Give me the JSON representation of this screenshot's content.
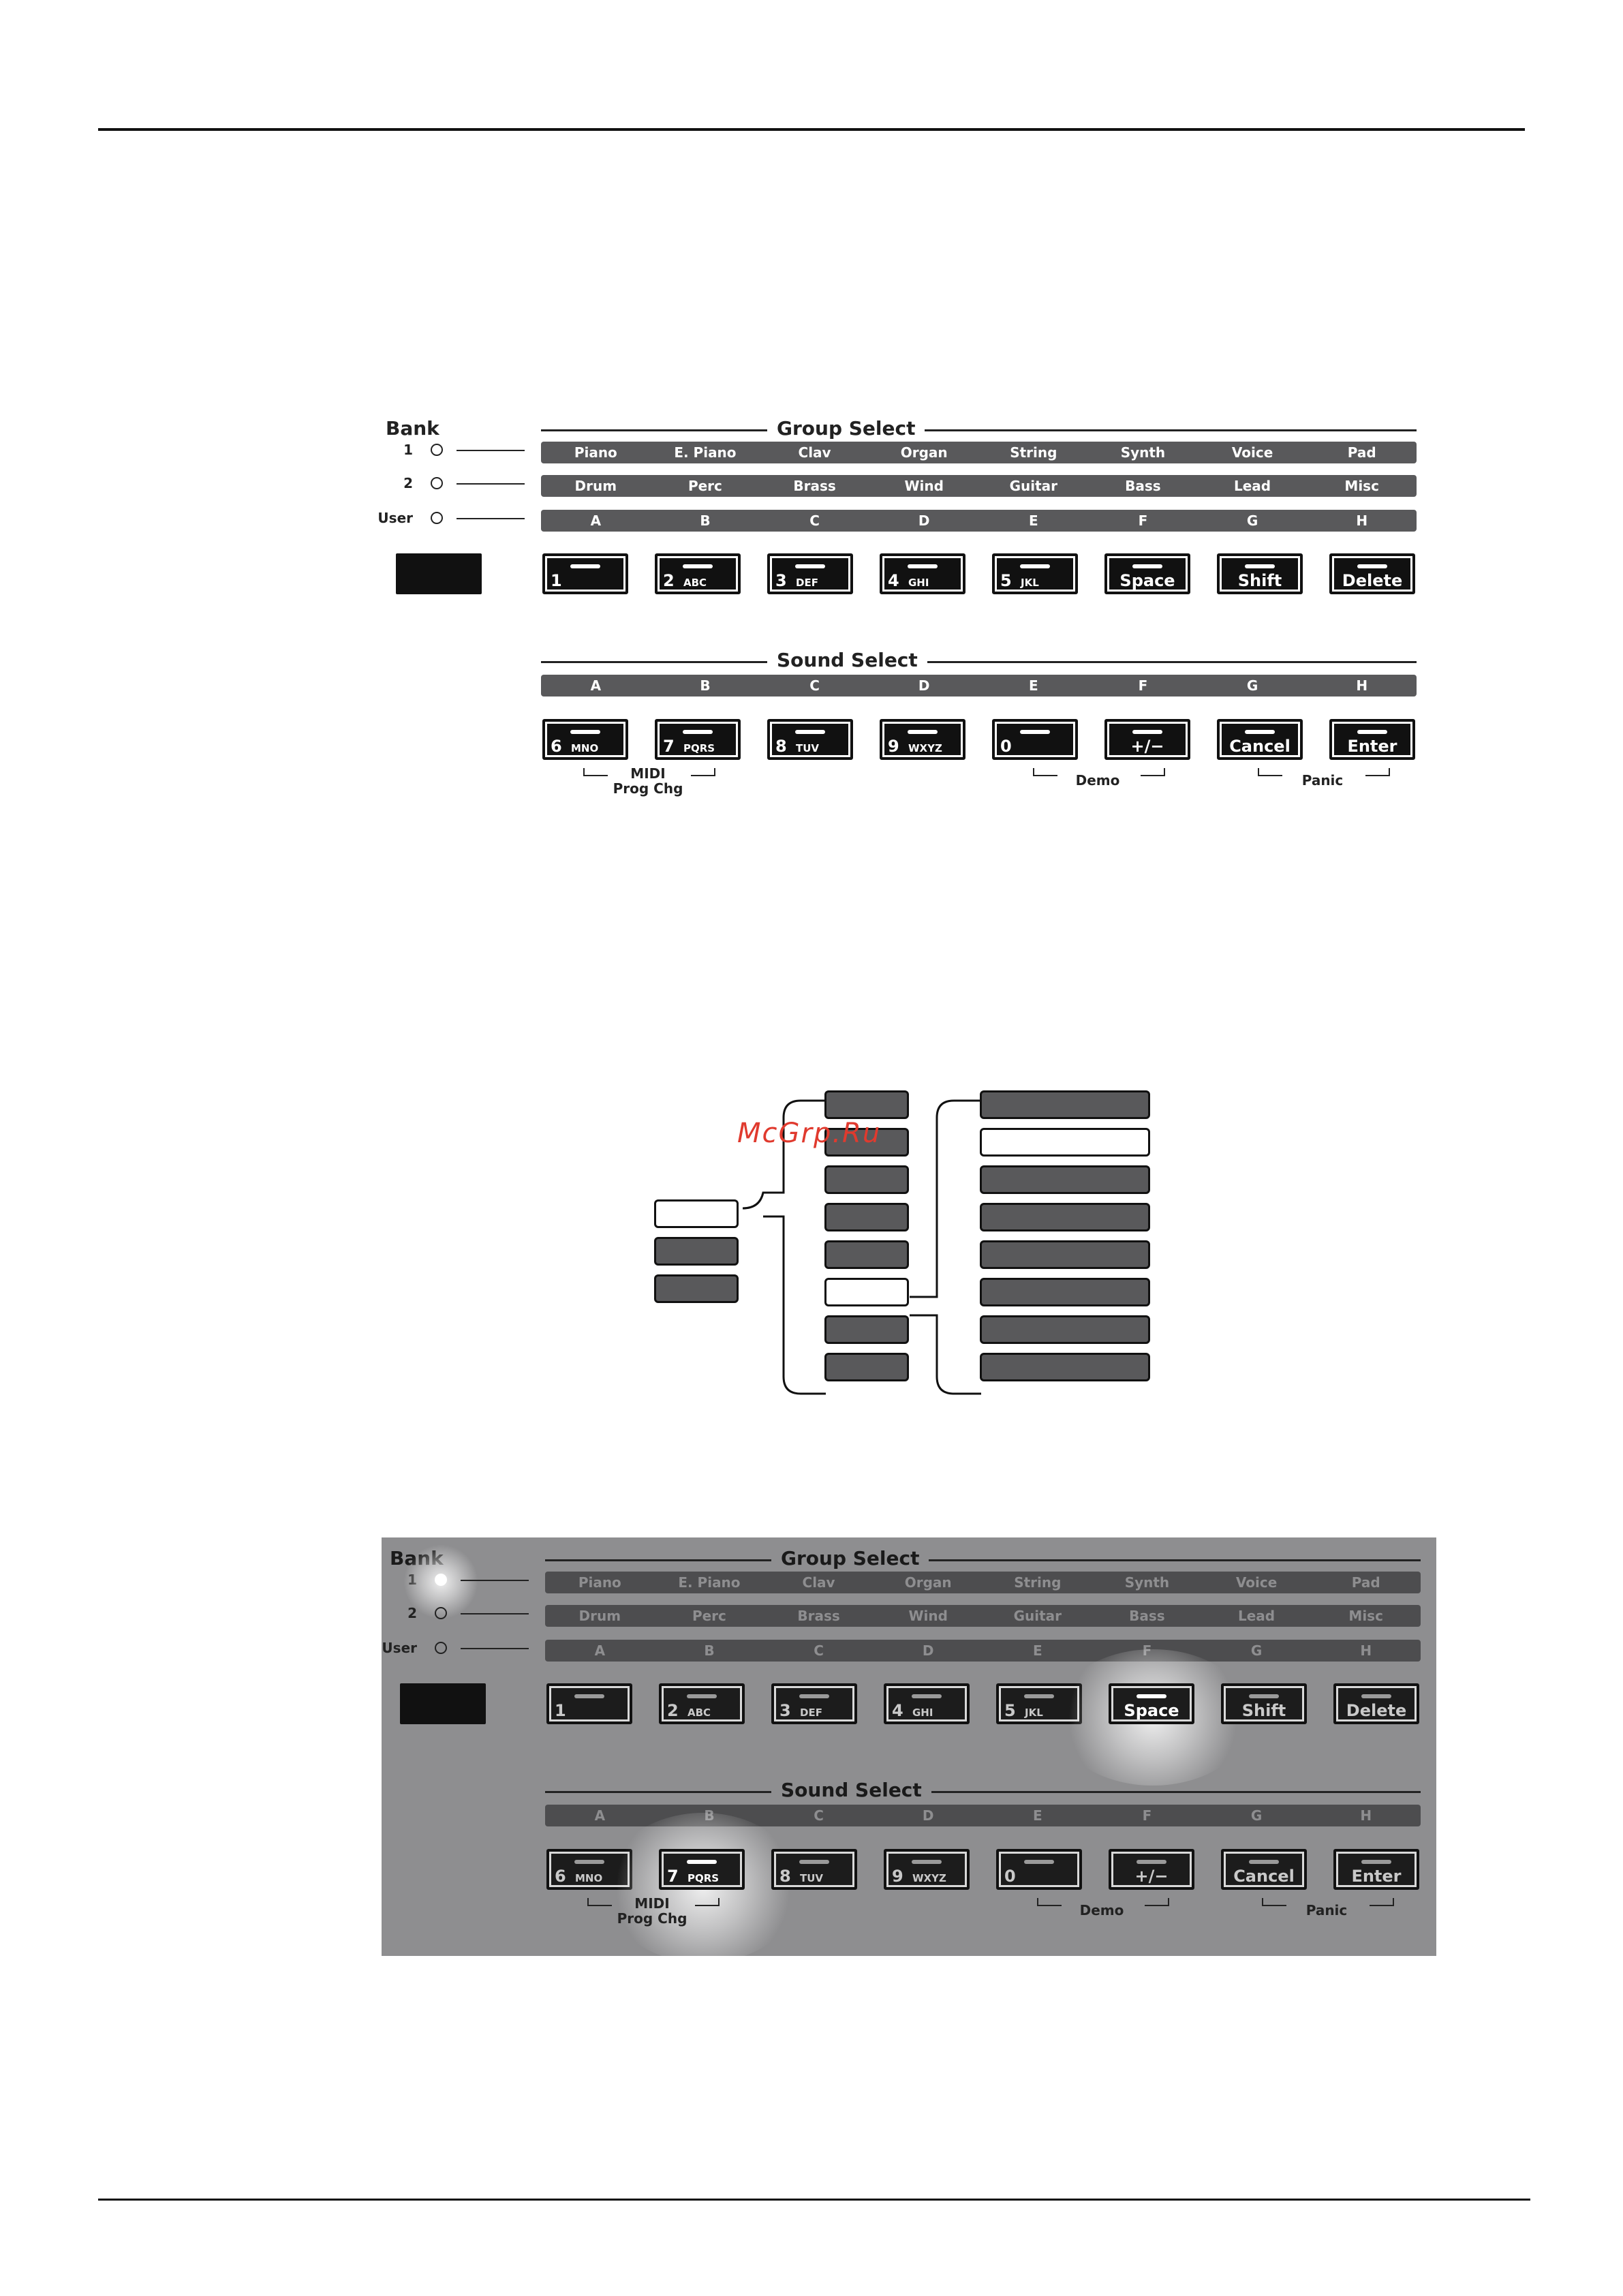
{
  "watermark": "McGrp.Ru",
  "bank": {
    "title": "Bank",
    "rows": [
      "1",
      "2",
      "User"
    ]
  },
  "group_select": {
    "title": "Group Select",
    "bank1": [
      "Piano",
      "E. Piano",
      "Clav",
      "Organ",
      "String",
      "Synth",
      "Voice",
      "Pad"
    ],
    "bank2": [
      "Drum",
      "Perc",
      "Brass",
      "Wind",
      "Guitar",
      "Bass",
      "Lead",
      "Misc"
    ],
    "user": [
      "A",
      "B",
      "C",
      "D",
      "E",
      "F",
      "G",
      "H"
    ],
    "buttons": [
      {
        "num": "1",
        "sub": ""
      },
      {
        "num": "2",
        "sub": "ABC"
      },
      {
        "num": "3",
        "sub": "DEF"
      },
      {
        "num": "4",
        "sub": "GHI"
      },
      {
        "num": "5",
        "sub": "JKL"
      },
      {
        "word": "Space"
      },
      {
        "word": "Shift"
      },
      {
        "word": "Delete"
      }
    ]
  },
  "sound_select": {
    "title": "Sound Select",
    "letters": [
      "A",
      "B",
      "C",
      "D",
      "E",
      "F",
      "G",
      "H"
    ],
    "buttons": [
      {
        "num": "6",
        "sub": "MNO"
      },
      {
        "num": "7",
        "sub": "PQRS"
      },
      {
        "num": "8",
        "sub": "TUV"
      },
      {
        "num": "9",
        "sub": "WXYZ"
      },
      {
        "num": "0",
        "sub": ""
      },
      {
        "word": "+/−"
      },
      {
        "word": "Cancel"
      },
      {
        "word": "Enter"
      }
    ]
  },
  "brackets": {
    "midi": "MIDI",
    "prog_chg": "Prog Chg",
    "demo": "Demo",
    "panic": "Panic"
  },
  "second_panel_state": {
    "lit_bank_led": "1",
    "lit_group_button": "Space",
    "lit_sound_button": "7"
  },
  "diagram": {
    "bank_boxes": 3,
    "highlighted_bank": 1,
    "group_boxes": 8,
    "highlighted_group": 6,
    "sound_boxes": 8,
    "highlighted_sound": 2
  }
}
